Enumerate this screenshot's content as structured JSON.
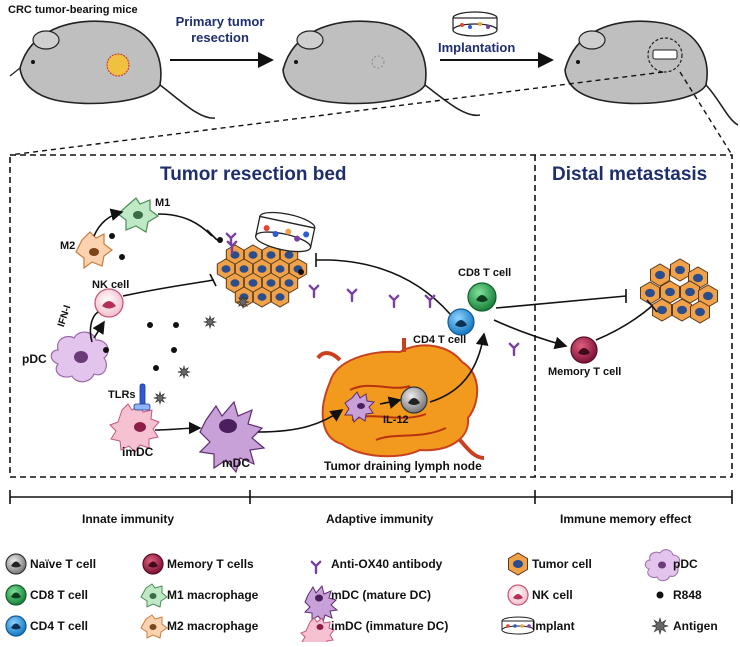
{
  "top": {
    "mouse_label": "CRC tumor-bearing mice",
    "step1": "Primary tumor resection",
    "step1_line1": "Primary tumor",
    "step1_line2": "resection",
    "step2": "Implantation"
  },
  "panels": {
    "left_title": "Tumor resection bed",
    "right_title": "Distal metastasis"
  },
  "cells": {
    "m1": "M1",
    "m2": "M2",
    "nk": "NK cell",
    "ifn": "IFN-I",
    "pdc": "pDC",
    "tlrs": "TLRs",
    "imdc": "imDC",
    "mdc": "mDC",
    "cd8": "CD8 T cell",
    "cd4": "CD4 T cell",
    "il12": "IL-12",
    "lymph": "Tumor draining lymph node",
    "memory": "Memory T cell"
  },
  "timeline": {
    "innate": "Innate immunity",
    "adaptive": "Adaptive immunity",
    "memory": "Immune memory effect"
  },
  "legend": [
    {
      "label": "Naïve T cell",
      "icon": "naive-t-cell-icon"
    },
    {
      "label": "CD8 T cell",
      "icon": "cd8-t-cell-icon"
    },
    {
      "label": "CD4 T cell",
      "icon": "cd4-t-cell-icon"
    },
    {
      "label": "Memory T cells",
      "icon": "memory-t-cell-icon"
    },
    {
      "label": "M1 macrophage",
      "icon": "m1-macrophage-icon"
    },
    {
      "label": "M2 macrophage",
      "icon": "m2-macrophage-icon"
    },
    {
      "label": "Anti-OX40 antibody",
      "icon": "antibody-icon"
    },
    {
      "label": "mDC (mature DC)",
      "icon": "mdc-icon"
    },
    {
      "label": "imDC (immature DC)",
      "icon": "imdc-icon"
    },
    {
      "label": "Tumor cell",
      "icon": "tumor-cell-icon"
    },
    {
      "label": "NK cell",
      "icon": "nk-cell-icon"
    },
    {
      "label": "Implant",
      "icon": "implant-icon"
    },
    {
      "label": "pDC",
      "icon": "pdc-icon"
    },
    {
      "label": "R848",
      "icon": "r848-icon"
    },
    {
      "label": "Antigen",
      "icon": "antigen-icon"
    }
  ],
  "colors": {
    "title_blue": "#1f2f6e",
    "antibody_purple": "#7b3fa0",
    "tumor_orange": "#f0a24a",
    "lymph_orange": "#f29a1e",
    "cd8_green": "#2e9e4f",
    "cd4_blue": "#2a8fd6",
    "memory_maroon": "#a3224a"
  }
}
